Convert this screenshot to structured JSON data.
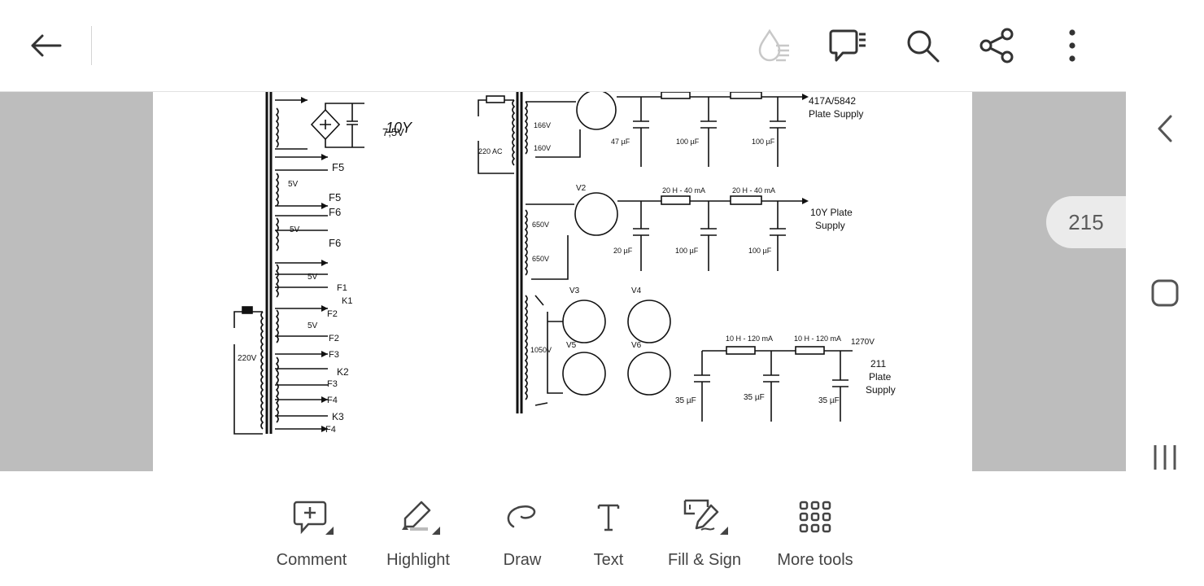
{
  "topbar": {
    "icons": [
      "back-arrow-icon",
      "liquid-mode-icon",
      "comments-icon",
      "search-icon",
      "share-icon",
      "overflow-menu-icon"
    ]
  },
  "page_number": "215",
  "schematic": {
    "rectifier_label": "7,5V",
    "heater_label": "10Y",
    "supply_top_label": "417A/5842",
    "supply_top_label2": "Plate Supply",
    "supply_mid_label": "10Y Plate",
    "supply_mid_label2": "Supply",
    "supply_bot_label": "211",
    "supply_bot_label2": "Plate",
    "supply_bot_label3": "Supply",
    "tubes": [
      "V2",
      "V3",
      "V4",
      "V5",
      "V6"
    ],
    "chokes_mid": [
      "20 H - 40 mA",
      "20 H - 40 mA"
    ],
    "chokes_bot": [
      "10 H - 120 mA",
      "10 H - 120 mA"
    ],
    "caps_top": [
      "47 µF",
      "100 µF",
      "100 µF"
    ],
    "caps_mid": [
      "20 µF",
      "100 µF",
      "100 µF"
    ],
    "caps_bot": [
      "35 µF",
      "35 µF",
      "35 µF"
    ],
    "voltage_out": "1270V",
    "mains": "220V",
    "mains_ac": "220 AC",
    "fil_labels": [
      "F5",
      "F5",
      "F6",
      "F6",
      "F1",
      "K1",
      "F2",
      "F2",
      "F3",
      "K2",
      "F3",
      "F4",
      "K3",
      "F4"
    ],
    "five_v": "5V",
    "winding_labels": [
      "166V",
      "160V",
      "650V",
      "650V",
      "1050V"
    ]
  },
  "toolbar": {
    "comment": "Comment",
    "highlight": "Highlight",
    "draw": "Draw",
    "text": "Text",
    "fill_sign": "Fill & Sign",
    "more_tools": "More tools"
  },
  "nav": {
    "icons": [
      "back-nav-icon",
      "home-nav-icon",
      "recents-nav-icon"
    ]
  },
  "colors": {
    "icon": "#333333",
    "doc_background": "#bdbdbd",
    "badge": "#ebebeb"
  }
}
